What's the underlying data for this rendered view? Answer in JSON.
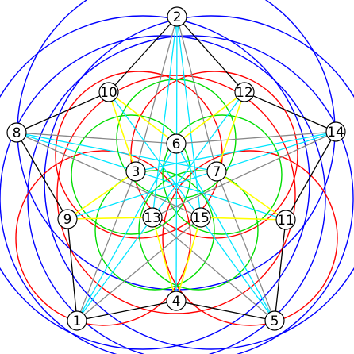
{
  "diagram": {
    "nodes": [
      {
        "id": "2",
        "label": "2"
      },
      {
        "id": "10",
        "label": "10"
      },
      {
        "id": "12",
        "label": "12"
      },
      {
        "id": "8",
        "label": "8"
      },
      {
        "id": "14",
        "label": "14"
      },
      {
        "id": "6",
        "label": "6"
      },
      {
        "id": "3",
        "label": "3"
      },
      {
        "id": "7",
        "label": "7"
      },
      {
        "id": "9",
        "label": "9"
      },
      {
        "id": "13",
        "label": "13"
      },
      {
        "id": "15",
        "label": "15"
      },
      {
        "id": "11",
        "label": "11"
      },
      {
        "id": "4",
        "label": "4"
      },
      {
        "id": "1",
        "label": "1"
      },
      {
        "id": "5",
        "label": "5"
      }
    ],
    "colors": {
      "red": "#ff0000",
      "blue": "#0000ff",
      "green": "#00dd00",
      "cyan": "#00e5ff",
      "yellow": "#ffff00",
      "gray": "#888888",
      "black": "#000000"
    },
    "edges": [
      {
        "from": "2",
        "to": "10",
        "color": "black"
      },
      {
        "from": "2",
        "to": "12",
        "color": "black"
      },
      {
        "from": "8",
        "to": "10",
        "color": "black"
      },
      {
        "from": "8",
        "to": "9",
        "color": "black"
      },
      {
        "from": "14",
        "to": "12",
        "color": "black"
      },
      {
        "from": "14",
        "to": "11",
        "color": "black"
      },
      {
        "from": "1",
        "to": "9",
        "color": "black"
      },
      {
        "from": "1",
        "to": "4",
        "color": "black"
      },
      {
        "from": "5",
        "to": "11",
        "color": "black"
      },
      {
        "from": "5",
        "to": "4",
        "color": "black"
      },
      {
        "from": "2",
        "to": "3",
        "color": "gray"
      },
      {
        "from": "2",
        "to": "7",
        "color": "gray"
      },
      {
        "from": "8",
        "to": "6",
        "color": "gray"
      },
      {
        "from": "8",
        "to": "15",
        "color": "gray"
      },
      {
        "from": "14",
        "to": "6",
        "color": "gray"
      },
      {
        "from": "14",
        "to": "13",
        "color": "gray"
      },
      {
        "from": "1",
        "to": "3",
        "color": "gray"
      },
      {
        "from": "1",
        "to": "15",
        "color": "gray"
      },
      {
        "from": "5",
        "to": "7",
        "color": "gray"
      },
      {
        "from": "5",
        "to": "13",
        "color": "gray"
      },
      {
        "from": "2",
        "to": "4",
        "color": "cyan"
      },
      {
        "from": "8",
        "to": "11",
        "color": "cyan"
      },
      {
        "from": "14",
        "to": "9",
        "color": "cyan"
      },
      {
        "from": "1",
        "to": "12",
        "color": "cyan"
      },
      {
        "from": "5",
        "to": "10",
        "color": "cyan"
      },
      {
        "from": "8",
        "to": "7",
        "color": "cyan"
      },
      {
        "from": "14",
        "to": "3",
        "color": "cyan"
      },
      {
        "from": "1",
        "to": "6",
        "color": "cyan"
      },
      {
        "from": "5",
        "to": "6",
        "color": "cyan"
      },
      {
        "from": "2",
        "to": "13",
        "color": "cyan"
      },
      {
        "from": "2",
        "to": "15",
        "color": "cyan"
      },
      {
        "from": "10",
        "to": "3",
        "color": "yellow"
      },
      {
        "from": "12",
        "to": "7",
        "color": "yellow"
      },
      {
        "from": "9",
        "to": "13",
        "color": "yellow"
      },
      {
        "from": "11",
        "to": "15",
        "color": "yellow"
      },
      {
        "from": "4",
        "to": "13",
        "color": "yellow"
      },
      {
        "from": "4",
        "to": "15",
        "color": "yellow"
      },
      {
        "from": "10",
        "to": "6",
        "color": "yellow"
      },
      {
        "from": "12",
        "to": "6",
        "color": "yellow"
      },
      {
        "from": "9",
        "to": "3",
        "color": "yellow"
      },
      {
        "from": "11",
        "to": "7",
        "color": "yellow"
      }
    ],
    "circles": [
      {
        "nodes": [
          "2",
          "10",
          "8",
          "9",
          "1"
        ],
        "color": "blue"
      },
      {
        "nodes": [
          "2",
          "12",
          "14",
          "11",
          "5"
        ],
        "color": "blue"
      },
      {
        "nodes": [
          "8",
          "10",
          "2",
          "12",
          "14"
        ],
        "color": "blue"
      },
      {
        "nodes": [
          "1",
          "9",
          "8",
          "10",
          "2"
        ],
        "color": "blue"
      },
      {
        "nodes": [
          "5",
          "11",
          "14",
          "12",
          "2"
        ],
        "color": "blue"
      },
      {
        "nodes": [
          "2",
          "10",
          "3",
          "13",
          "9"
        ],
        "color": "red"
      },
      {
        "nodes": [
          "2",
          "12",
          "7",
          "15",
          "11"
        ],
        "color": "red"
      },
      {
        "nodes": [
          "8",
          "9",
          "13",
          "4",
          "1"
        ],
        "color": "red"
      },
      {
        "nodes": [
          "14",
          "11",
          "15",
          "4",
          "5"
        ],
        "color": "red"
      },
      {
        "nodes": [
          "1",
          "13",
          "6",
          "7",
          "14"
        ],
        "color": "red"
      },
      {
        "nodes": [
          "10",
          "6",
          "12",
          "7",
          "3"
        ],
        "color": "green"
      },
      {
        "nodes": [
          "10",
          "6",
          "3",
          "13",
          "9"
        ],
        "color": "green"
      },
      {
        "nodes": [
          "12",
          "6",
          "7",
          "15",
          "11"
        ],
        "color": "green"
      },
      {
        "nodes": [
          "9",
          "3",
          "13",
          "4",
          "15"
        ],
        "color": "green"
      },
      {
        "nodes": [
          "11",
          "7",
          "15",
          "4",
          "13"
        ],
        "color": "green"
      }
    ]
  }
}
